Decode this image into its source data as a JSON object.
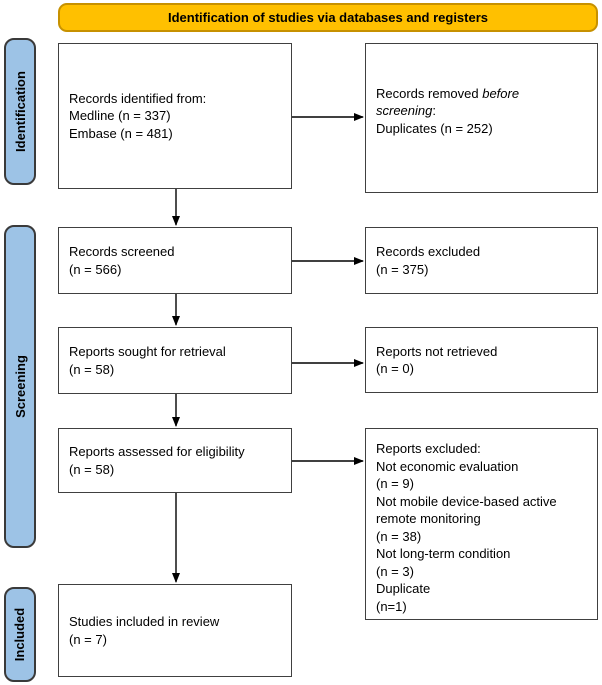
{
  "header": {
    "label": "Identification of studies via databases and registers"
  },
  "stages": {
    "identification": "Identification",
    "screening": "Screening",
    "included": "Included"
  },
  "boxes": {
    "records_identified": [
      [
        "Records identified from:"
      ],
      [
        "Medline (n = 337)"
      ],
      [
        "Embase (n = 481)"
      ]
    ],
    "records_removed": [
      [
        "Records removed ",
        {
          "t": "before",
          "italic": true
        }
      ],
      [
        {
          "t": "screening",
          "italic": true
        },
        ":"
      ],
      [
        "Duplicates (n = 252)"
      ]
    ],
    "records_screened": [
      [
        "Records screened"
      ],
      [
        "(n = 566)"
      ]
    ],
    "records_excluded": [
      [
        "Records excluded"
      ],
      [
        "(n = 375)"
      ]
    ],
    "reports_sought": [
      [
        "Reports sought for retrieval"
      ],
      [
        "(n = 58)"
      ]
    ],
    "reports_not_retrieved": [
      [
        "Reports not retrieved"
      ],
      [
        "(n = 0)"
      ]
    ],
    "reports_assessed": [
      [
        "Reports assessed for eligibility"
      ],
      [
        "(n = 58)"
      ]
    ],
    "reports_excluded": [
      [
        "Reports excluded:"
      ],
      [
        "Not economic evaluation"
      ],
      [
        "(n = 9)"
      ],
      [
        "Not mobile device-based active"
      ],
      [
        "remote monitoring"
      ],
      [
        "(n = 38)"
      ],
      [
        "Not long-term condition"
      ],
      [
        "(n = 3)"
      ],
      [
        "Duplicate"
      ],
      [
        "(n=1)"
      ]
    ],
    "studies_included": [
      [
        "Studies included in review"
      ],
      [
        "(n = 7)"
      ]
    ]
  },
  "colors": {
    "header_fill": "#FFC000",
    "header_border": "#C79100",
    "stage_fill": "#9DC3E6",
    "stage_border": "#3A3A3A",
    "box_border": "#404040",
    "box_fill": "#FFFFFF",
    "text": "#000000",
    "arrow": "#000000"
  }
}
